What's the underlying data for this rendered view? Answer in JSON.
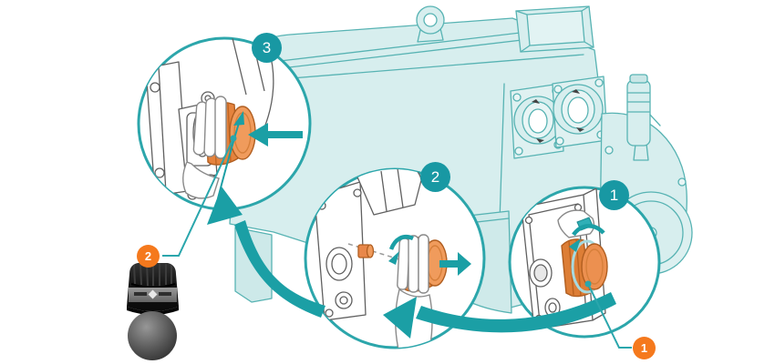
{
  "step_badges": [
    {
      "number": "1"
    },
    {
      "number": "2"
    },
    {
      "number": "3"
    }
  ],
  "part_badges": [
    {
      "number": "1"
    },
    {
      "number": "2"
    }
  ],
  "colors": {
    "accent_teal": "#1B9FA5",
    "badge_teal": "#1898A3",
    "badge_orange": "#F5791D",
    "machine_fill": "#D7EEEE",
    "machine_stroke": "#57B3B3",
    "knob_orange": "#EC9050",
    "knob_orange_dark": "#D8762F",
    "lineart_gray": "#606060",
    "cap_black": "#1B1B1B",
    "ball_gray": "#4A4A4A"
  },
  "icons": {
    "lifting_eye": "ring-icon",
    "push_arrow": "arrow-left-icon",
    "pull_arrow": "arrow-right-icon",
    "rotate_arrow": "curved-rotation-arrow-icon",
    "sweep_arrow_step1_to_2": "large-curved-arrow-left-icon",
    "sweep_arrow_step2_to_3": "large-curved-arrow-up-icon",
    "cap_logo": "manufacturer-logo-icon"
  }
}
